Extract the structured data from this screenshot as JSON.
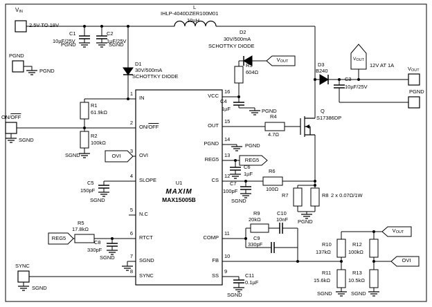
{
  "sch": {
    "ic": {
      "ref": "U1",
      "brand": "MAXIM",
      "part": "MAX15005B",
      "left_pins": [
        {
          "num": "1",
          "label": "IN"
        },
        {
          "num": "2",
          "label_pre": "ON/",
          "label_ov": "OFF"
        },
        {
          "num": "3",
          "label": "OVI"
        },
        {
          "num": "4",
          "label": "SLOPE"
        },
        {
          "num": "5",
          "label": "N.C"
        },
        {
          "num": "6",
          "label": "RTCT"
        },
        {
          "num": "7",
          "label": "SGND"
        },
        {
          "num": "8",
          "label": "SYNC"
        }
      ],
      "right_pins": [
        {
          "num": "16",
          "label": "VCC"
        },
        {
          "num": "15",
          "label": "OUT"
        },
        {
          "num": "14",
          "label": "PGND"
        },
        {
          "num": "13",
          "label": "REG5"
        },
        {
          "num": "12",
          "label": "CS"
        },
        {
          "num": "11",
          "label": "COMP"
        },
        {
          "num": "10",
          "label": "FB"
        },
        {
          "num": "9",
          "label": "SS"
        }
      ]
    },
    "vin": {
      "base": "V",
      "sub": "IN",
      "range": "2.5V TO 18V"
    },
    "vout": {
      "base": "V",
      "sub": "OUT"
    },
    "vout_note": "12V AT 1A",
    "pgnd": "PGND",
    "sgnd": "SGND",
    "ovi": "OVI",
    "reg5": "REG5",
    "inductor": {
      "ref": "L",
      "part": "IHLP-4040DZER100M01",
      "value": "10µH"
    },
    "pgnd_in": {
      "label": "PGND",
      "gnd": "PGND"
    },
    "onoff": {
      "pre": "ON/",
      "ov": "OFF",
      "gnd": "SGND"
    },
    "sync": {
      "label": "SYNC",
      "gnd": "SGND"
    },
    "d1": {
      "ref": "D1",
      "rating": "30V/500mA",
      "type": "SCHOTTKY DIODE"
    },
    "d2": {
      "ref": "D2",
      "rating": "30V/500mA",
      "type": "SCHOTTKY DIODE"
    },
    "d3": {
      "ref": "D3",
      "part": "B240"
    },
    "q": {
      "ref": "Q",
      "part": "S17386DP"
    },
    "c1": {
      "ref": "C1",
      "value": "10µF/25V",
      "gnd": "PGND"
    },
    "c2": {
      "ref": "C2",
      "value": "1µF/25V",
      "gnd": "SGND"
    },
    "c3": {
      "ref": "C3",
      "value": "10µF/25V"
    },
    "c4": {
      "ref": "C4",
      "value": "1µF",
      "gnd": "PGND"
    },
    "c5": {
      "ref": "C5",
      "value": "150pF",
      "gnd": "SGND"
    },
    "c6": {
      "ref": "C6",
      "value": "1µF"
    },
    "c7": {
      "ref": "C7",
      "value": "100pF",
      "gnd": "SGND"
    },
    "c8": {
      "ref": "C8",
      "value": "330pF",
      "gnd": "SGND"
    },
    "c9": {
      "ref": "C9",
      "value": "330pF"
    },
    "c10": {
      "ref": "C10",
      "value": "10nF"
    },
    "c11": {
      "ref": "C11",
      "value": "0.1µF",
      "gnd": "SGND"
    },
    "r1": {
      "ref": "R1",
      "value": "61.9kΩ"
    },
    "r2": {
      "ref": "R2",
      "value": "100kΩ",
      "gnd": "SGND"
    },
    "r3": {
      "ref": "R3",
      "value": "604Ω"
    },
    "r4": {
      "ref": "R4",
      "value": "4.7Ω"
    },
    "r5": {
      "ref": "R5",
      "value": "17.8kΩ"
    },
    "r6": {
      "ref": "R6",
      "value": "100Ω"
    },
    "r7": {
      "ref": "R7"
    },
    "r8": {
      "ref": "R8",
      "value": "2 x 0.07Ω/1W",
      "gnd": "PGND"
    },
    "r9": {
      "ref": "R9",
      "value": "20kΩ"
    },
    "r10": {
      "ref": "R10",
      "value": "137kΩ"
    },
    "r11": {
      "ref": "R11",
      "value": "15.6kΩ",
      "gnd": "SGND"
    },
    "r12": {
      "ref": "R12",
      "value": "100kΩ"
    },
    "r13": {
      "ref": "R13",
      "value": "10.5kΩ",
      "gnd": "SGND"
    }
  }
}
